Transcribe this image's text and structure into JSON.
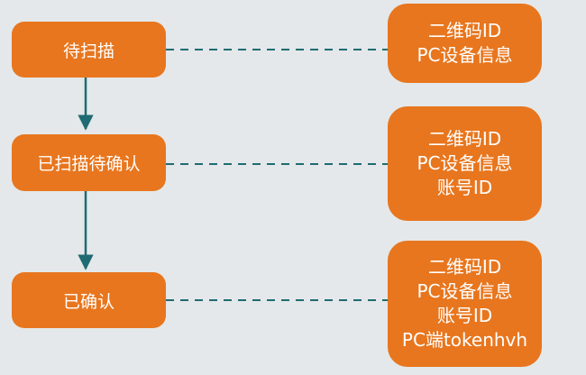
{
  "states": [
    {
      "label": "待扫描"
    },
    {
      "label": "已扫描待确认"
    },
    {
      "label": "已确认"
    }
  ],
  "info_boxes": [
    {
      "lines": [
        "二维码ID",
        "PC设备信息"
      ]
    },
    {
      "lines": [
        "二维码ID",
        "PC设备信息",
        "账号ID"
      ]
    },
    {
      "lines": [
        "二维码ID",
        "PC设备信息",
        "账号ID",
        "PC端tokenhvh"
      ]
    }
  ],
  "colors": {
    "background": "#e4e8ea",
    "node_fill": "#e8761e",
    "node_text": "#ffffff",
    "arrow": "#1f6b73",
    "dashed_connector": "#1f6b73"
  }
}
